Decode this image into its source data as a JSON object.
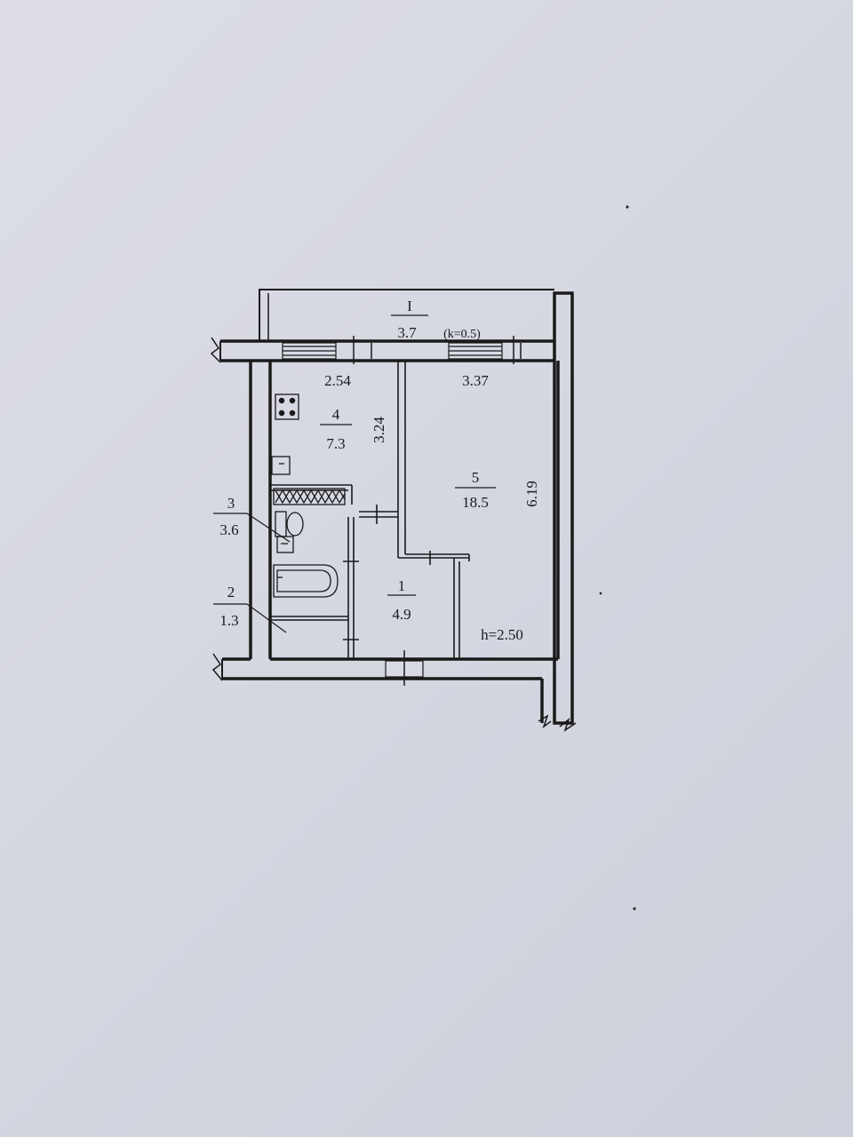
{
  "plan": {
    "balcony": {
      "number": "I",
      "area": "3.7",
      "coef": "(k=0.5)"
    },
    "rooms": [
      {
        "number": "1",
        "area": "4.9"
      },
      {
        "number": "2",
        "area": "1.3"
      },
      {
        "number": "3",
        "area": "3.6"
      },
      {
        "number": "4",
        "area": "7.3"
      },
      {
        "number": "5",
        "area": "18.5"
      }
    ],
    "dimensions": {
      "kitchen_width": "2.54",
      "room_width": "3.37",
      "kitchen_depth": "3.24",
      "room_depth": "6.19"
    },
    "ceiling_height": "h=2.50"
  },
  "colors": {
    "ink": "#1a1a1a",
    "paper": "#d8dae4"
  }
}
